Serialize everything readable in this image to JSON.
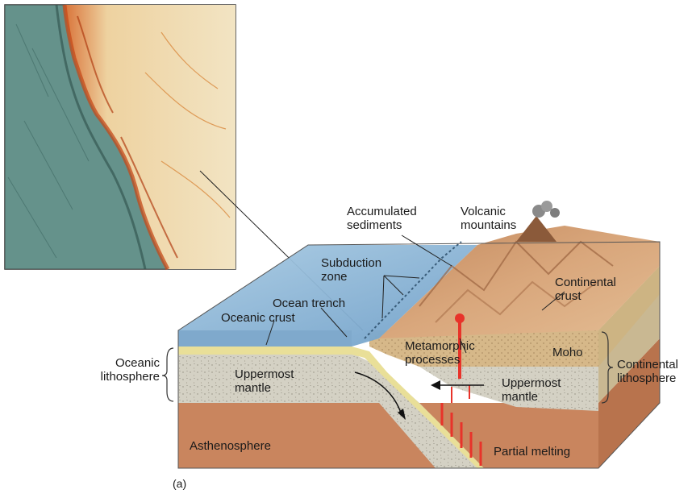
{
  "labels": {
    "accumulated_sediments": "Accumulated\nsediments",
    "volcanic_mountains": "Volcanic\nmountains",
    "subduction_zone": "Subduction\nzone",
    "ocean_trench": "Ocean trench",
    "oceanic_crust": "Oceanic crust",
    "continental_crust": "Continental\ncrust",
    "metamorphic_processes": "Metamorphic\nprocesses",
    "moho": "Moho",
    "oceanic_lithosphere": "Oceanic\nlithosphere",
    "continental_lithosphere": "Continental\nlithosphere",
    "uppermost_mantle_left": "Uppermost\nmantle",
    "uppermost_mantle_right": "Uppermost\nmantle",
    "asthenosphere": "Asthenosphere",
    "partial_melting": "Partial melting",
    "panel": "(a)"
  },
  "colors": {
    "ocean_water": "#8fb9d8",
    "oceanic_crust": "#e9df98",
    "mantle": "#d4d1c4",
    "asthenosphere": "#c9855e",
    "continental_crust": "#d6b889",
    "land_surface": "#cf9a6e",
    "magma": "#e8332a",
    "map_ocean": "#5f8c86",
    "map_land": "#e9d6a8"
  }
}
